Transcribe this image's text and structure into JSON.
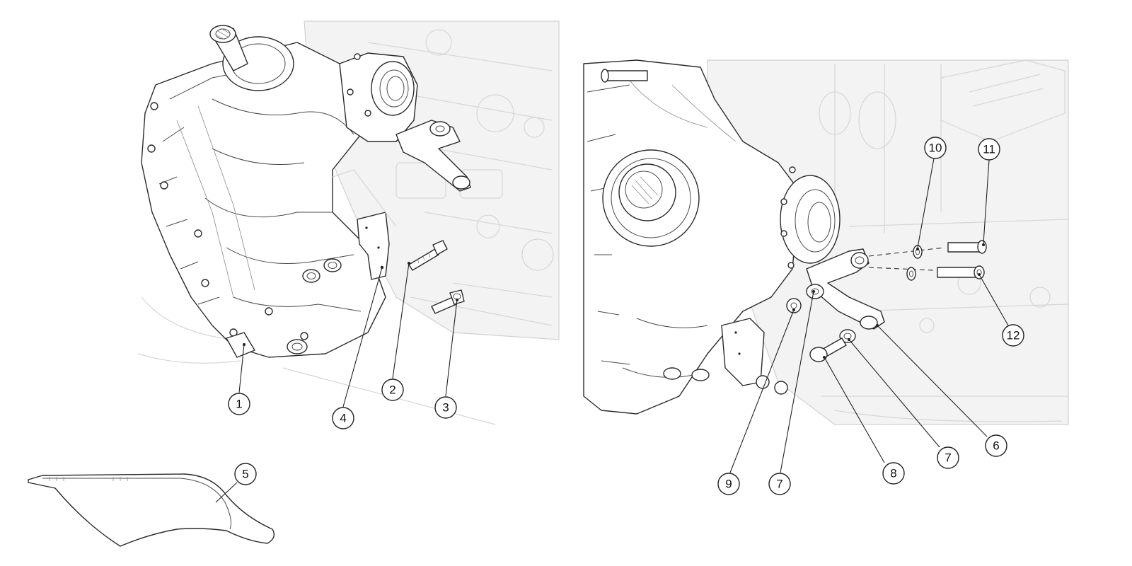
{
  "callouts": {
    "c1": "1",
    "c2": "2",
    "c3": "3",
    "c4": "4",
    "c5": "5",
    "c6": "6",
    "c7a": "7",
    "c7b": "7",
    "c8": "8",
    "c9": "9",
    "c10": "10",
    "c11": "11",
    "c12": "12"
  },
  "colors": {
    "line": "#2a2a2a",
    "ghost": "#d6d6d6",
    "background": "#ffffff"
  }
}
